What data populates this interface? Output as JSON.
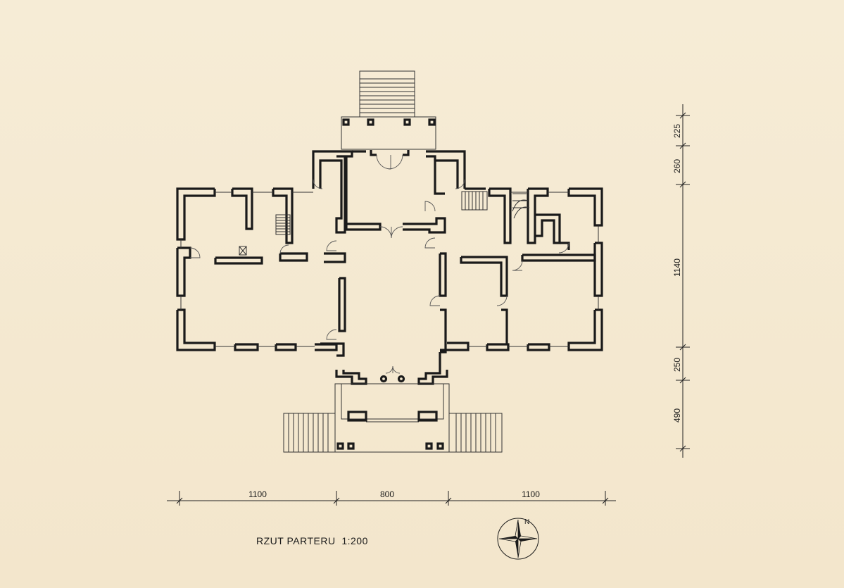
{
  "drawing": {
    "title": "RZUT PARTERU  1:200",
    "north_label": "N"
  },
  "dimensions": {
    "horizontal": [
      "1100",
      "800",
      "1100"
    ],
    "vertical": [
      "225",
      "260",
      "1140",
      "250",
      "490"
    ]
  }
}
